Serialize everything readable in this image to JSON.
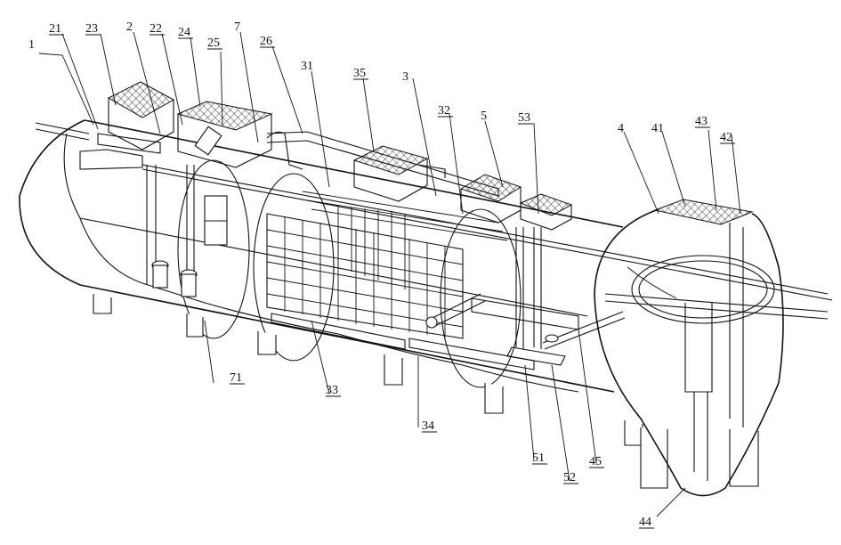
{
  "labels": {
    "l1": "1",
    "l21": "21",
    "l23": "23",
    "l2": "2",
    "l22": "22",
    "l24": "24",
    "l25": "25",
    "l7": "7",
    "l26": "26",
    "l31": "31",
    "l35": "35",
    "l3": "3",
    "l32": "32",
    "l5": "5",
    "l53": "53",
    "l4": "4",
    "l41": "41",
    "l43": "43",
    "l42": "42",
    "l71": "71",
    "l33": "33",
    "l34": "34",
    "l51": "51",
    "l52": "52",
    "l45": "45",
    "l44": "44"
  },
  "colors": {
    "line": "#111111",
    "background": "#ffffff"
  },
  "underlined_labels": [
    "21",
    "23",
    "22",
    "24",
    "25",
    "26",
    "35",
    "32",
    "53",
    "43",
    "42",
    "71",
    "33",
    "34",
    "51",
    "52",
    "45",
    "44"
  ]
}
